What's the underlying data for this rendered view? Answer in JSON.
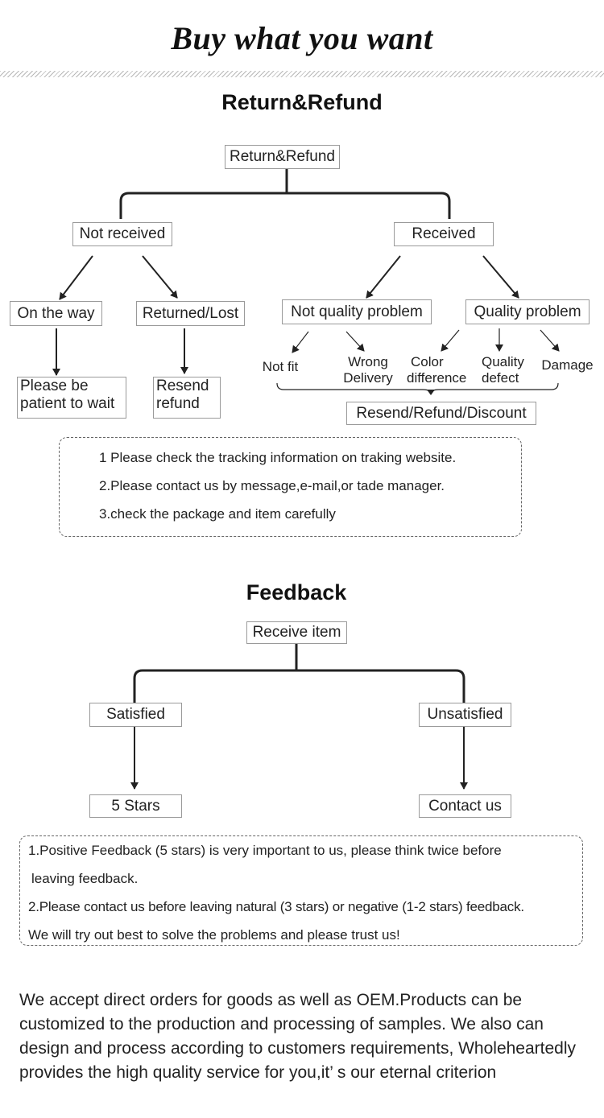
{
  "header": {
    "title": "Buy what you want"
  },
  "return_refund": {
    "title": "Return&Refund",
    "root": "Return&Refund",
    "not_received": "Not received",
    "received": "Received",
    "on_the_way": "On the way",
    "returned_lost": "Returned/Lost",
    "not_quality_problem": "Not quality problem",
    "quality_problem": "Quality problem",
    "wait_line1": "Please be",
    "wait_line2": "patient to wait",
    "resend_line1": "Resend",
    "resend_line2": "refund",
    "not_fit": "Not fit",
    "wrong_line1": "Wrong",
    "wrong_line2": "Delivery",
    "color_line1": "Color",
    "color_line2": "difference",
    "qdefect_line1": "Quality",
    "qdefect_line2": "defect",
    "damage": "Damage",
    "outcome": "Resend/Refund/Discount",
    "notes": [
      "1 Please check the tracking information on traking website.",
      "2.Please contact us by message,e-mail,or tade manager.",
      "3.check the package and item carefully"
    ]
  },
  "feedback": {
    "title": "Feedback",
    "root": "Receive item",
    "satisfied": "Satisfied",
    "unsatisfied": "Unsatisfied",
    "five_stars": "5 Stars",
    "contact_us": "Contact us",
    "notes": [
      "1.Positive Feedback (5 stars) is very important to us, please think twice before",
      "leaving feedback.",
      "2.Please contact us before leaving natural (3 stars) or negative (1-2 stars) feedback.",
      "We will try out best to solve the problems and please trust us!"
    ]
  },
  "footer": {
    "text": "We accept direct orders for goods as well as OEM.Products can be customized to the production and processing of samples. We also can design and process according to customers requirements, Wholeheartedly provides the high quality service for you,it’ s our eternal criterion"
  }
}
